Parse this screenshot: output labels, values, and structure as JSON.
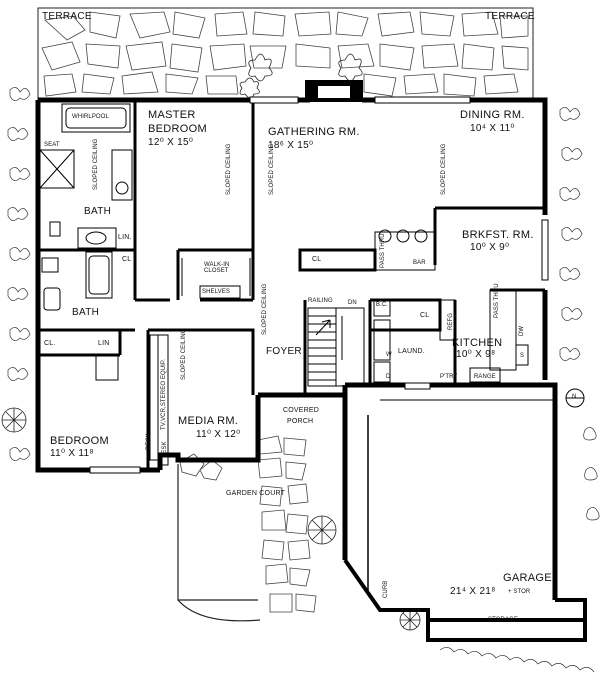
{
  "labels": {
    "terrace_left": "TERRACE",
    "terrace_right": "TERRACE",
    "whirlpool": "WHIRLPOOL",
    "seat": "SEAT",
    "master_bedroom_line1": "MASTER",
    "master_bedroom_line2": "BEDROOM",
    "master_bedroom_dim": "12⁰ x 15⁰",
    "gathering_room": "GATHERING RM.",
    "gathering_room_dim": "18⁶ x 15⁰",
    "dining_room": "DINING RM.",
    "dining_room_dim": "10⁴ x 11⁰",
    "sloped_ceiling": "SLOPED CEILING",
    "bath_upper": "BATH",
    "lin_upper": "LIN.",
    "cl_bath": "CL",
    "walk_in_closet": "WALK-IN CLOSET",
    "shelves": "SHELVES",
    "cl_hall": "CL",
    "brkfst_room": "BRKFST. RM.",
    "brkfst_room_dim": "10⁰ x 9⁰",
    "pass_thru_brkfst": "PASS THRU",
    "bar": "BAR",
    "bath_lower": "BATH",
    "railing": "RAILING",
    "dn": "DN",
    "bc": "B.C.",
    "cl_laundry": "CL",
    "refg": "REFG",
    "pass_thru_kitchen": "PASS THRU",
    "kitchen": "KITCHEN",
    "kitchen_dim": "10⁰ x 9⁸",
    "cl_bedroom": "CL.",
    "lin_lower": "LIN",
    "tv_vcr": "TV,VCR,STEREO EQUIP.",
    "foyer": "FOYER",
    "laund": "LAUND.",
    "dw": "DW",
    "d": "D",
    "w": "W",
    "s": "S",
    "pntry": "P'TRY",
    "range": "RANGE",
    "desk_media": "DESK",
    "desk_bedroom": "DESK",
    "media_room": "MEDIA RM.",
    "media_room_dim": "11⁰ x 12⁰",
    "covered_porch_line1": "COVERED",
    "covered_porch_line2": "PORCH",
    "bedroom": "BEDROOM",
    "bedroom_dim": "11⁰ x 11⁸",
    "garden_court": "GARDEN   COURT",
    "curb": "CURB",
    "garage": "GARAGE",
    "garage_dim": "21⁴ x 21⁸",
    "stor": "+ STOR",
    "storage": "STORAGE",
    "north_arrow_letter": "N"
  },
  "colors": {
    "wall": "#000000",
    "ink": "#111111",
    "paper": "#ffffff",
    "stone": "#444444"
  },
  "icons": {
    "north_arrow": "north-arrow-icon",
    "tree": "tree-icon",
    "shrub": "shrub-icon",
    "fireplace": "fireplace-icon",
    "stair": "stair-icon"
  }
}
